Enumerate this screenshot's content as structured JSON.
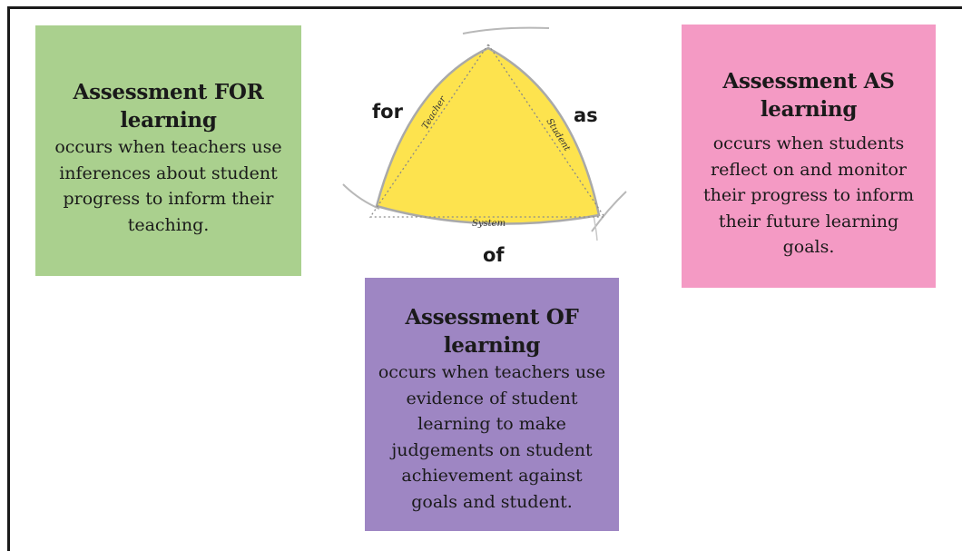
{
  "boxes": {
    "for": {
      "title": "Assessment FOR learning",
      "body": "occurs when teachers use inferences about student progress to inform their teaching.",
      "color": "#aad08e"
    },
    "as": {
      "title": "Assessment AS learning",
      "body": "occurs when students reflect on and monitor their progress to inform their future learning goals.",
      "color": "#f49ac4"
    },
    "of": {
      "title": "Assessment OF learning",
      "body": "occurs when teachers use evidence of student learning to make judgements on student achievement against goals and student.",
      "color": "#9e86c3"
    }
  },
  "triangle": {
    "fill": "#fde34e",
    "corner_labels": {
      "left": "for",
      "right": "as",
      "bottom": "of"
    },
    "side_labels": {
      "left": "Teacher",
      "right": "Student",
      "bottom": "System"
    }
  }
}
